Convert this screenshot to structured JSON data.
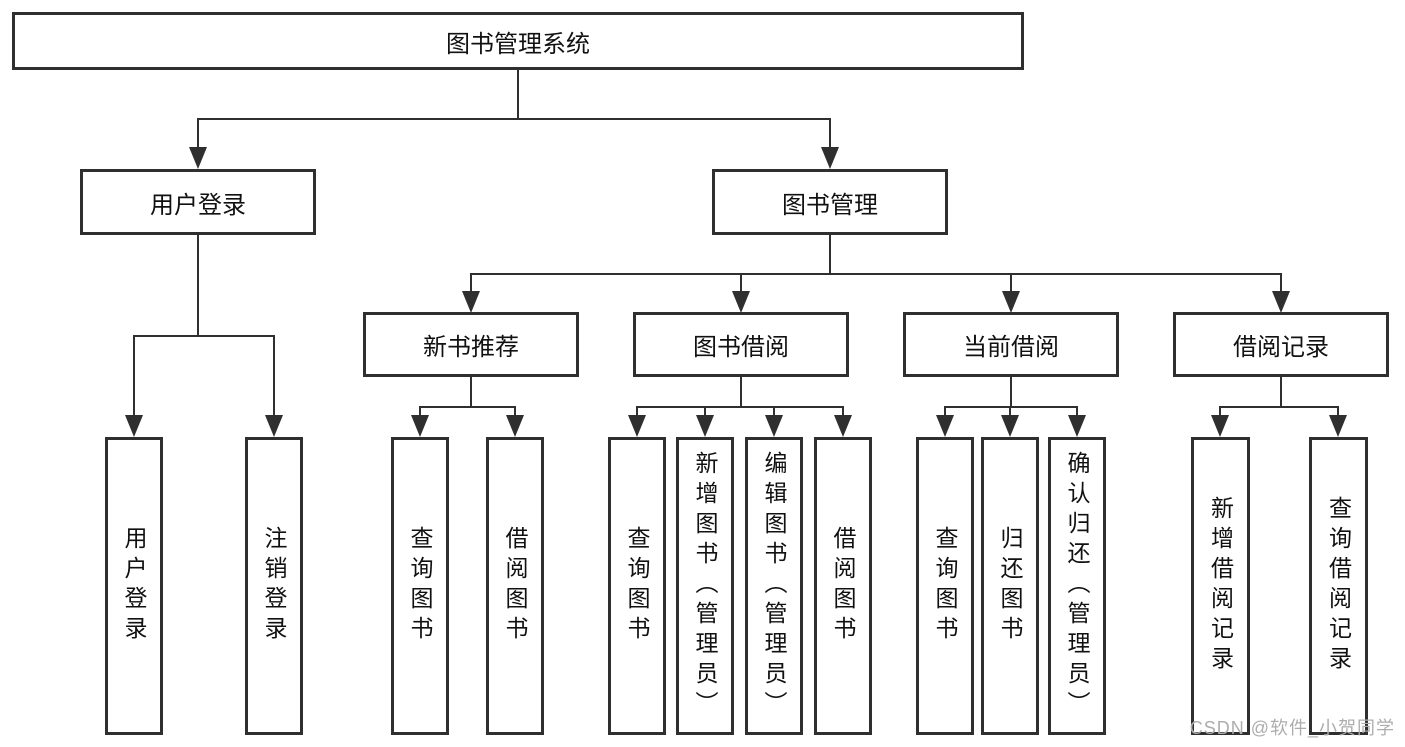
{
  "colors": {
    "line": "#2f2f2f",
    "box_border": "#2f2f2f",
    "text": "#111111",
    "background": "#ffffff",
    "watermark": "#adadad"
  },
  "watermark": {
    "text": "CSDN @软件_小贺同学"
  },
  "tree": {
    "root": {
      "label": "图书管理系统"
    },
    "branches": [
      {
        "label": "用户登录",
        "children": [
          {
            "label": "用户登录"
          },
          {
            "label": "注销登录"
          }
        ]
      },
      {
        "label": "图书管理",
        "children": [
          {
            "label": "新书推荐",
            "children": [
              {
                "label": "查询图书"
              },
              {
                "label": "借阅图书"
              }
            ]
          },
          {
            "label": "图书借阅",
            "children": [
              {
                "label": "查询图书"
              },
              {
                "label": "新增图书（管理员）"
              },
              {
                "label": "编辑图书（管理员）"
              },
              {
                "label": "借阅图书"
              }
            ]
          },
          {
            "label": "当前借阅",
            "children": [
              {
                "label": "查询图书"
              },
              {
                "label": "归还图书"
              },
              {
                "label": "确认归还（管理员）"
              }
            ]
          },
          {
            "label": "借阅记录",
            "children": [
              {
                "label": "新增借阅记录"
              },
              {
                "label": "查询借阅记录"
              }
            ]
          }
        ]
      }
    ]
  }
}
